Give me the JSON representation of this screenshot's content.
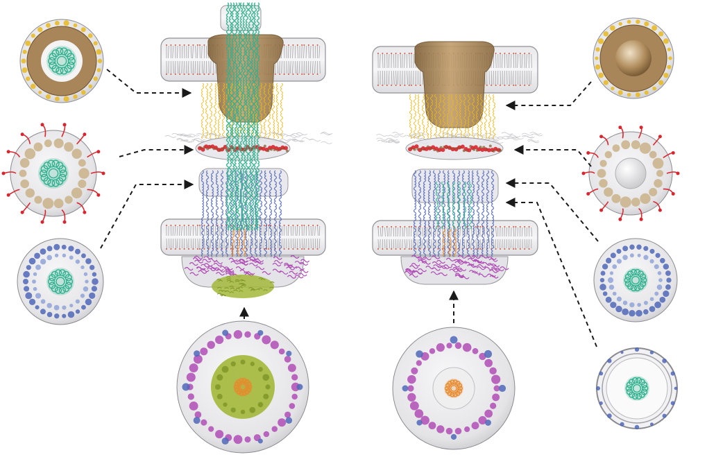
{
  "figure": {
    "colors": {
      "background": "#ffffff",
      "membrane_shell": "#d9d9dc",
      "membrane_edge": "#8a8a90",
      "lipid_tails": "#9a9a9a",
      "lipid_heads": "#d2553c",
      "density_map": "#a8865a",
      "rod_teal": "#2fb08e",
      "ring_yellow": "#e9b81e",
      "ring_red": "#d8262f",
      "ring_tan": "#c9b288",
      "ring_blue": "#5067b8",
      "ring_magenta": "#b04db6",
      "sorting_green": "#a3b83a",
      "orange_core": "#e8892b",
      "arrow": "#1a1a1a"
    },
    "left_column_icons": [
      "top-ring-with-rod",
      "red-tan-ring-with-rod",
      "blue-ring-with-rod"
    ],
    "right_column_icons": [
      "top-ring-with-cup",
      "red-tan-ring-empty",
      "blue-ring-with-rod",
      "thin-ring-with-rod"
    ],
    "bottom_icons": [
      "base-with-green-sorting-platform",
      "base-with-orange-core"
    ]
  }
}
